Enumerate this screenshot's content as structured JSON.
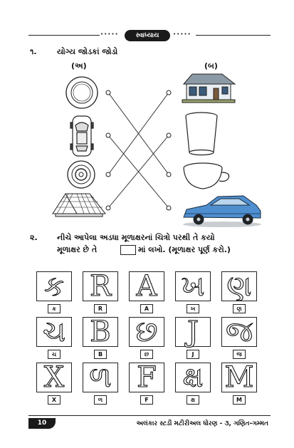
{
  "header": {
    "title": "સ્વાધ્યાય",
    "dots_left": "•••••",
    "dots_right": "•••••"
  },
  "q1": {
    "number": "૧.",
    "text": "યોગ્ય જોડકાં જોડો",
    "col_a": "(અ)",
    "col_b": "(બ)"
  },
  "matching": {
    "left_items": [
      "plate-icon",
      "car-top-view-icon",
      "cd-disc-icon",
      "tiled-roof-icon"
    ],
    "right_items": [
      "house-icon",
      "glass-icon",
      "cup-icon",
      "car-icon"
    ]
  },
  "q2": {
    "number": "૨.",
    "line1": "નીચે આપેલા અડધા મૂળાક્ષરનાં ચિત્રો પરથી તે કયો",
    "line2a": "મૂળાક્ષર છે તે",
    "line2b": "માં લખો. (મૂળાક્ષર પૂર્ણ કરો.)"
  },
  "letters": [
    {
      "glyph": "ક",
      "label": "ક"
    },
    {
      "glyph": "R",
      "label": "R"
    },
    {
      "glyph": "A",
      "label": "A"
    },
    {
      "glyph": "ખ",
      "label": "ખ"
    },
    {
      "glyph": "ણ",
      "label": "ણ"
    },
    {
      "glyph": "ચ",
      "label": "ચ"
    },
    {
      "glyph": "B",
      "label": "B"
    },
    {
      "glyph": "છ",
      "label": "છ"
    },
    {
      "glyph": "J",
      "label": "J"
    },
    {
      "glyph": "જ",
      "label": "જ"
    },
    {
      "glyph": "X",
      "label": "X"
    },
    {
      "glyph": "ળ",
      "label": "ળ"
    },
    {
      "glyph": "F",
      "label": "F"
    },
    {
      "glyph": "ક્ષ",
      "label": "ક્ષ"
    },
    {
      "glyph": "M",
      "label": "M"
    }
  ],
  "footer": {
    "page": "10",
    "text": "અલંકાર સ્ટડી મટીરીઅલ ધોરણ - ૩, ગણિત-ગમ્મત"
  }
}
